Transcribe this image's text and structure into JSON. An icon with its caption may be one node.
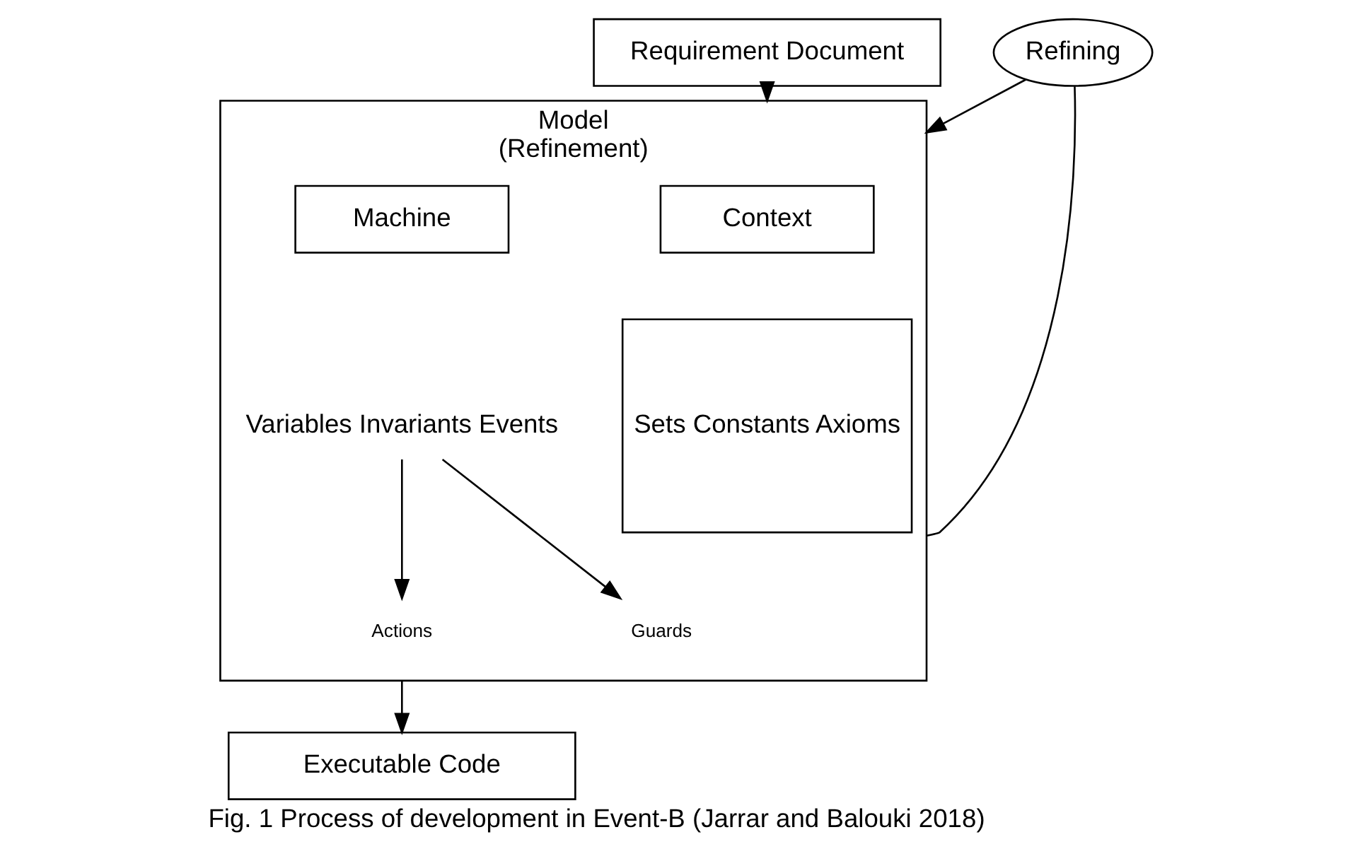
{
  "diagram": {
    "caption": "Fig. 1 Process of development in Event-B (Jarrar and Balouki 2018)",
    "nodes": [
      {
        "text": [
          "Requirement Document"
        ]
      },
      {
        "text": [
          "Model",
          "(Refinement)"
        ]
      },
      {
        "text": [
          "Context"
        ],
        "in": 1
      },
      {
        "text": [
          "Machine"
        ],
        "in": 1
      },
      {
        "text": [
          "Sets Constants Axioms"
        ],
        "in": 1
      },
      {
        "text": [
          "Variables Invariants Events"
        ],
        "in": 1
      },
      {
        "text": [
          "Guards"
        ],
        "in": 1
      },
      {
        "text": [
          "Actions"
        ],
        "in": 1
      },
      {
        "text": [
          "Refining"
        ]
      },
      {
        "text": [
          "Executable Code"
        ]
      }
    ],
    "edges": [
      {
        "from": 0,
        "to": 1,
        "arrow": "to"
      },
      {
        "from": 5,
        "to": 6,
        "arrow": "to"
      },
      {
        "from": 5,
        "to": 7,
        "arrow": "to"
      },
      {
        "from": 1,
        "to": 9,
        "arrow": "to"
      },
      {
        "from": 1,
        "to": 8,
        "arrow": "none"
      },
      {
        "from": 8,
        "to": 1,
        "arrow": "to"
      }
    ]
  }
}
